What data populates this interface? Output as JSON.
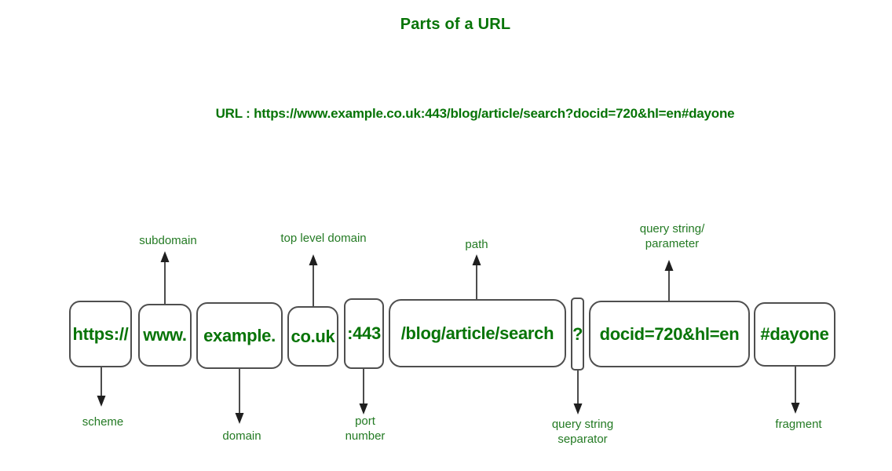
{
  "title": "Parts of a URL",
  "url_line": "URL : https://www.example.co.uk:443/blog/article/search?docid=720&hl=en#dayone",
  "segments": [
    {
      "text": "https://",
      "part": "scheme"
    },
    {
      "text": "www.",
      "part": "subdomain"
    },
    {
      "text": "example.",
      "part": "domain"
    },
    {
      "text": "co.uk",
      "part": "top level domain"
    },
    {
      "text": ":443",
      "part": "port number"
    },
    {
      "text": "/blog/article/search",
      "part": "path"
    },
    {
      "text": "?",
      "part": "query string separator"
    },
    {
      "text": "docid=720&hl=en",
      "part": "query string/parameter"
    },
    {
      "text": "#dayone",
      "part": "fragment"
    }
  ],
  "callouts_top": [
    {
      "lines": [
        "subdomain"
      ]
    },
    {
      "lines": [
        "top level domain"
      ]
    },
    {
      "lines": [
        "path"
      ]
    },
    {
      "lines": [
        "query string/",
        "parameter"
      ]
    }
  ],
  "callouts_bottom": [
    {
      "lines": [
        "scheme"
      ]
    },
    {
      "lines": [
        "domain"
      ]
    },
    {
      "lines": [
        "port",
        "number"
      ]
    },
    {
      "lines": [
        "query string",
        "separator"
      ]
    },
    {
      "lines": [
        "fragment"
      ]
    }
  ],
  "colors": {
    "heading_green": "#077407",
    "label_green": "#237a23",
    "box_border_gray": "#4f4f4f",
    "arrow_black": "#1f1f1f",
    "background": "#ffffff"
  }
}
